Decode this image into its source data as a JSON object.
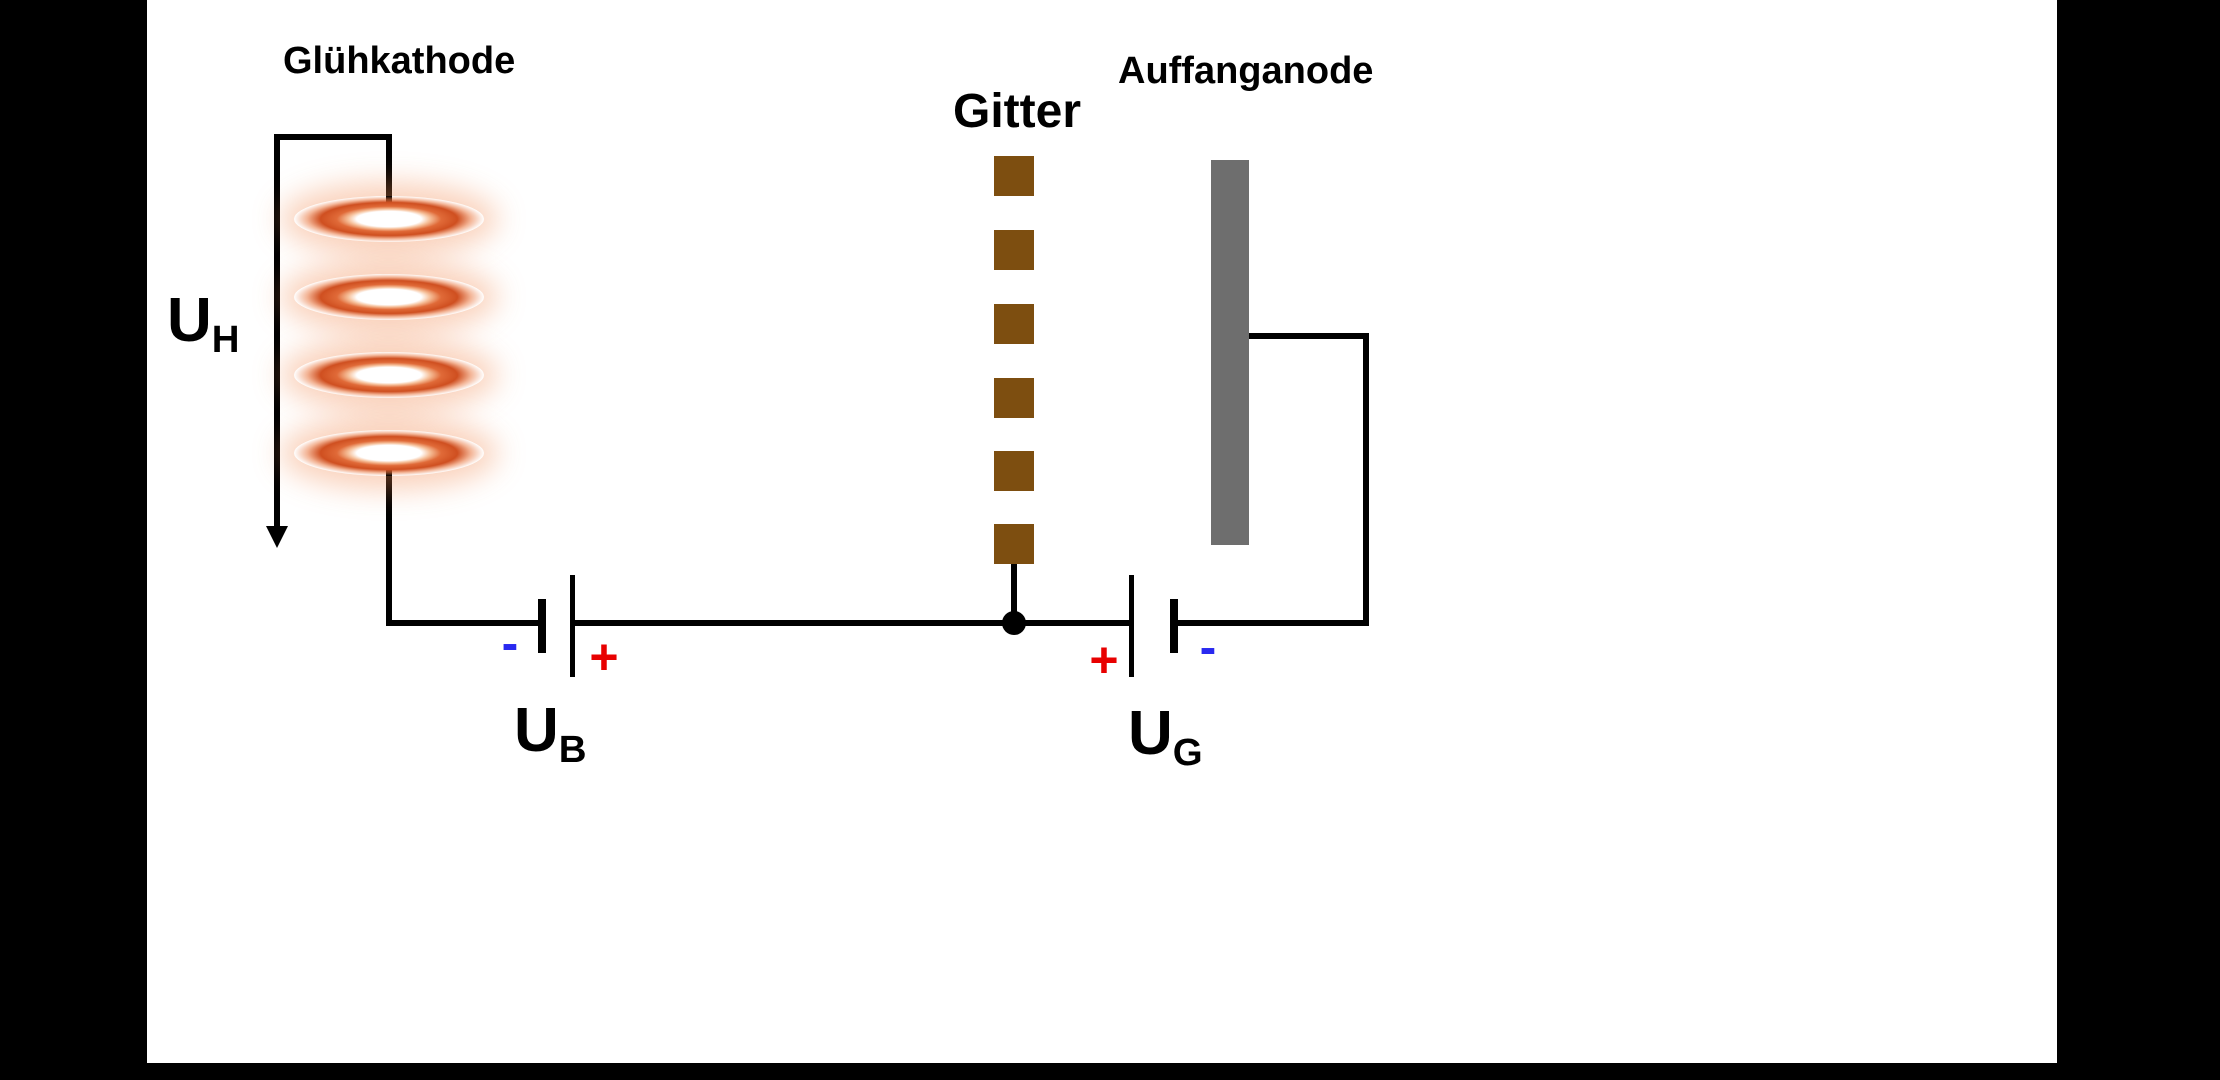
{
  "labels": {
    "cathode": "Glühkathode",
    "grid": "Gitter",
    "anode": "Auffanganode"
  },
  "voltages": {
    "heater": {
      "symbol": "U",
      "sub": "H"
    },
    "accelerating": {
      "symbol": "U",
      "sub": "B"
    },
    "counter": {
      "symbol": "U",
      "sub": "G"
    }
  },
  "polarities": {
    "ub_minus": "-",
    "ub_plus": "+",
    "ug_plus": "+",
    "ug_minus": "-"
  },
  "figure": {
    "cathode_loop_count": 4,
    "grid_segment_count": 6
  },
  "colors": {
    "background": "#ffffff",
    "letterbox": "#000000",
    "wire": "#000000",
    "grid_squares": "#7d4e10",
    "anode_plate": "#6e6e6e",
    "plus_sign": "#e80000",
    "minus_sign": "#2929f0",
    "coil_ring": "#d4552a",
    "coil_glow": "#f08a4a"
  }
}
